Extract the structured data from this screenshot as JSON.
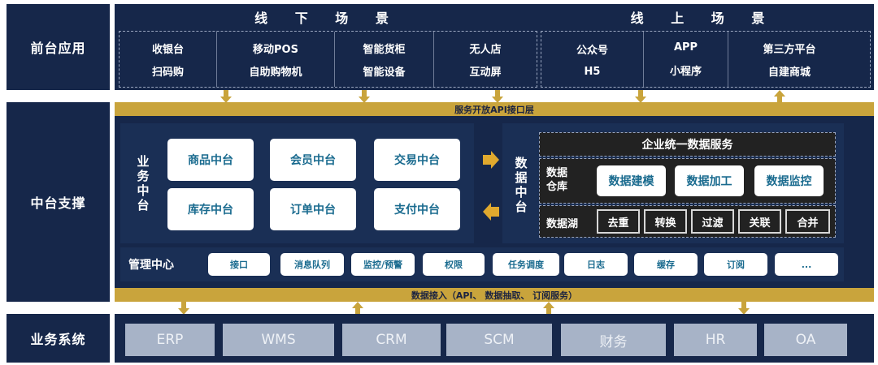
{
  "rows": {
    "front": {
      "label": "前台应用"
    },
    "middle": {
      "label": "中台支撑"
    },
    "business": {
      "label": "业务系统"
    }
  },
  "front": {
    "offline": {
      "title": "线 下 场 景",
      "columns": [
        {
          "top": "收银台",
          "bottom": "扫码购"
        },
        {
          "top": "移动POS",
          "bottom": "自助购物机"
        },
        {
          "top": "智能货柜",
          "bottom": "智能设备"
        },
        {
          "top": "无人店",
          "bottom": "互动屏"
        }
      ]
    },
    "online": {
      "title": "线 上 场 景",
      "columns": [
        {
          "top": "公众号",
          "bottom": "H5"
        },
        {
          "top": "APP",
          "bottom": "小程序"
        },
        {
          "top": "第三方平台",
          "bottom": "自建商城"
        }
      ]
    }
  },
  "api_layer": {
    "label": "服务开放API接口层"
  },
  "business_middle": {
    "title_chars": [
      "业",
      "务",
      "中",
      "台"
    ],
    "boxes": [
      "商品中台",
      "会员中台",
      "交易中台",
      "库存中台",
      "订单中台",
      "支付中台"
    ]
  },
  "data_middle": {
    "title_chars": [
      "数",
      "据",
      "中",
      "台"
    ],
    "enterprise_service": "企业统一数据服务",
    "warehouse": {
      "label_line1": "数据",
      "label_line2": "仓库",
      "items": [
        "数据建模",
        "数据加工",
        "数据监控"
      ]
    },
    "lake": {
      "label": "数据湖",
      "items": [
        "去重",
        "转换",
        "过滤",
        "关联",
        "合并"
      ]
    }
  },
  "management": {
    "label": "管理中心",
    "items": [
      "接口",
      "消息队列",
      "监控/预警",
      "权限",
      "任务调度",
      "日志",
      "缓存",
      "订阅",
      "..."
    ]
  },
  "data_access": {
    "label": "数据接入（API、 数据抽取、 订阅服务）"
  },
  "business_systems": [
    "ERP",
    "WMS",
    "CRM",
    "SCM",
    "财务",
    "HR",
    "OA"
  ],
  "colors": {
    "navy": "#16274a",
    "gold": "#c9a43c",
    "box_text": "#1a6b8f",
    "system_box": "#a7b3c7",
    "data_dark": "#222222"
  }
}
